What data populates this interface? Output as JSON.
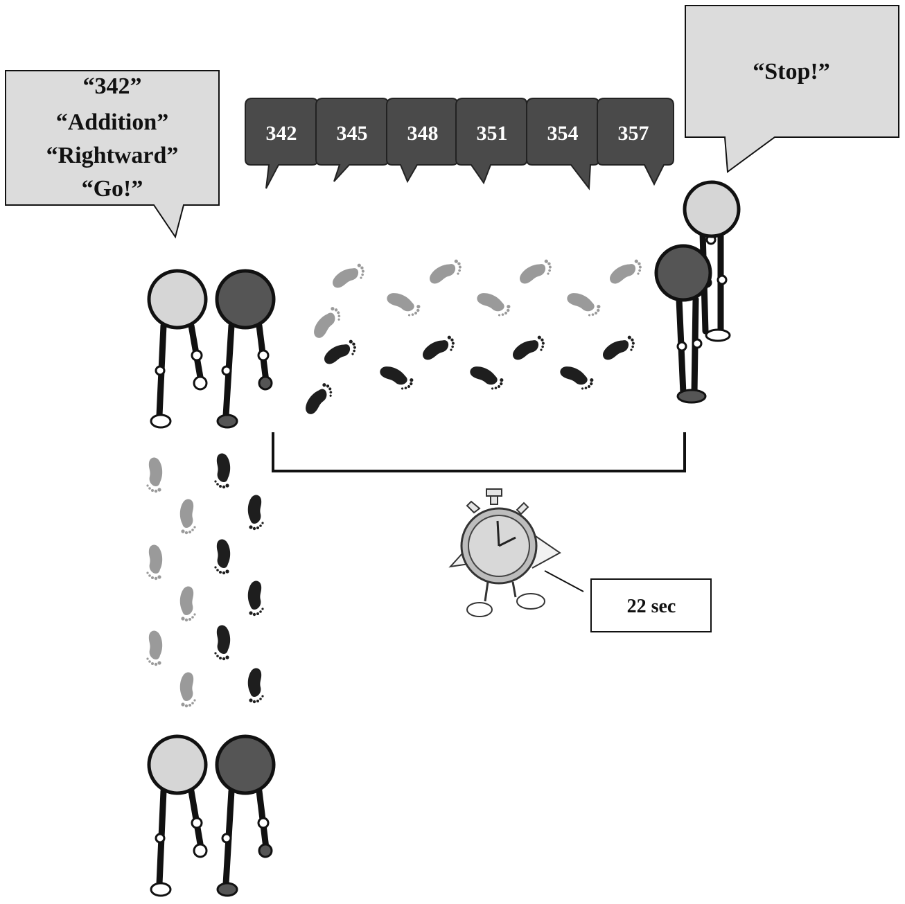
{
  "speech_left": {
    "lines": [
      "“342”",
      "“Addition”",
      "“Rightward”",
      "“Go!”"
    ]
  },
  "speech_right": {
    "text": "“Stop!”"
  },
  "number_sequence": [
    "342",
    "345",
    "348",
    "351",
    "354",
    "357"
  ],
  "timer": {
    "label": "22 sec"
  },
  "colors": {
    "light_figure": "#d6d6d6",
    "dark_figure": "#555555",
    "bubble_fill": "#dcdcdc",
    "number_box_fill": "#4a4a4a",
    "light_footprint": "#9a9a9a",
    "dark_footprint": "#1e1e1e"
  }
}
